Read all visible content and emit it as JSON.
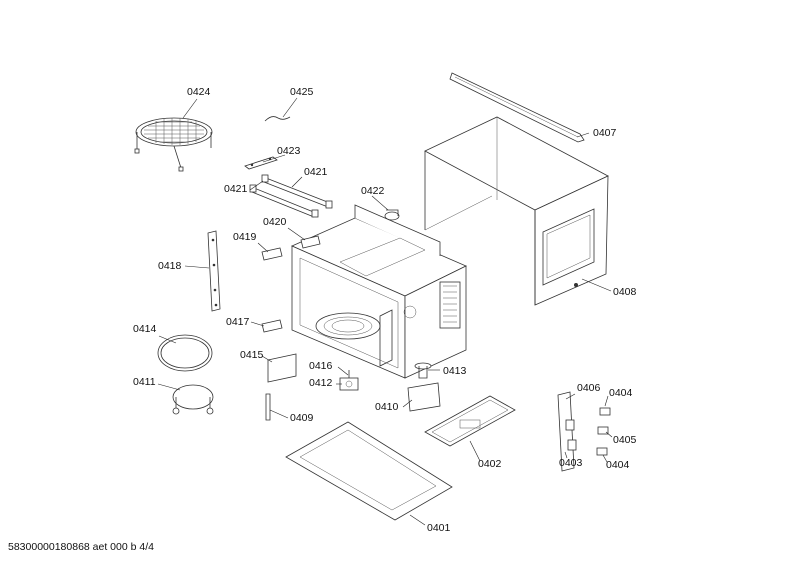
{
  "labels": {
    "p0424": "0424",
    "p0425": "0425",
    "p0423": "0423",
    "p0421a": "0421",
    "p0421b": "0421",
    "p0422": "0422",
    "p0407": "0407",
    "p0420": "0420",
    "p0419": "0419",
    "p0418": "0418",
    "p0408": "0408",
    "p0417": "0417",
    "p0414": "0414",
    "p0415": "0415",
    "p0416": "0416",
    "p0413": "0413",
    "p0412": "0412",
    "p0411": "0411",
    "p0410": "0410",
    "p0406": "0406",
    "p0404a": "0404",
    "p0409": "0409",
    "p0405": "0405",
    "p0402": "0402",
    "p0403": "0403",
    "p0404b": "0404",
    "p0401": "0401"
  },
  "footer": "58300000180868 aet 000 b 4/4"
}
